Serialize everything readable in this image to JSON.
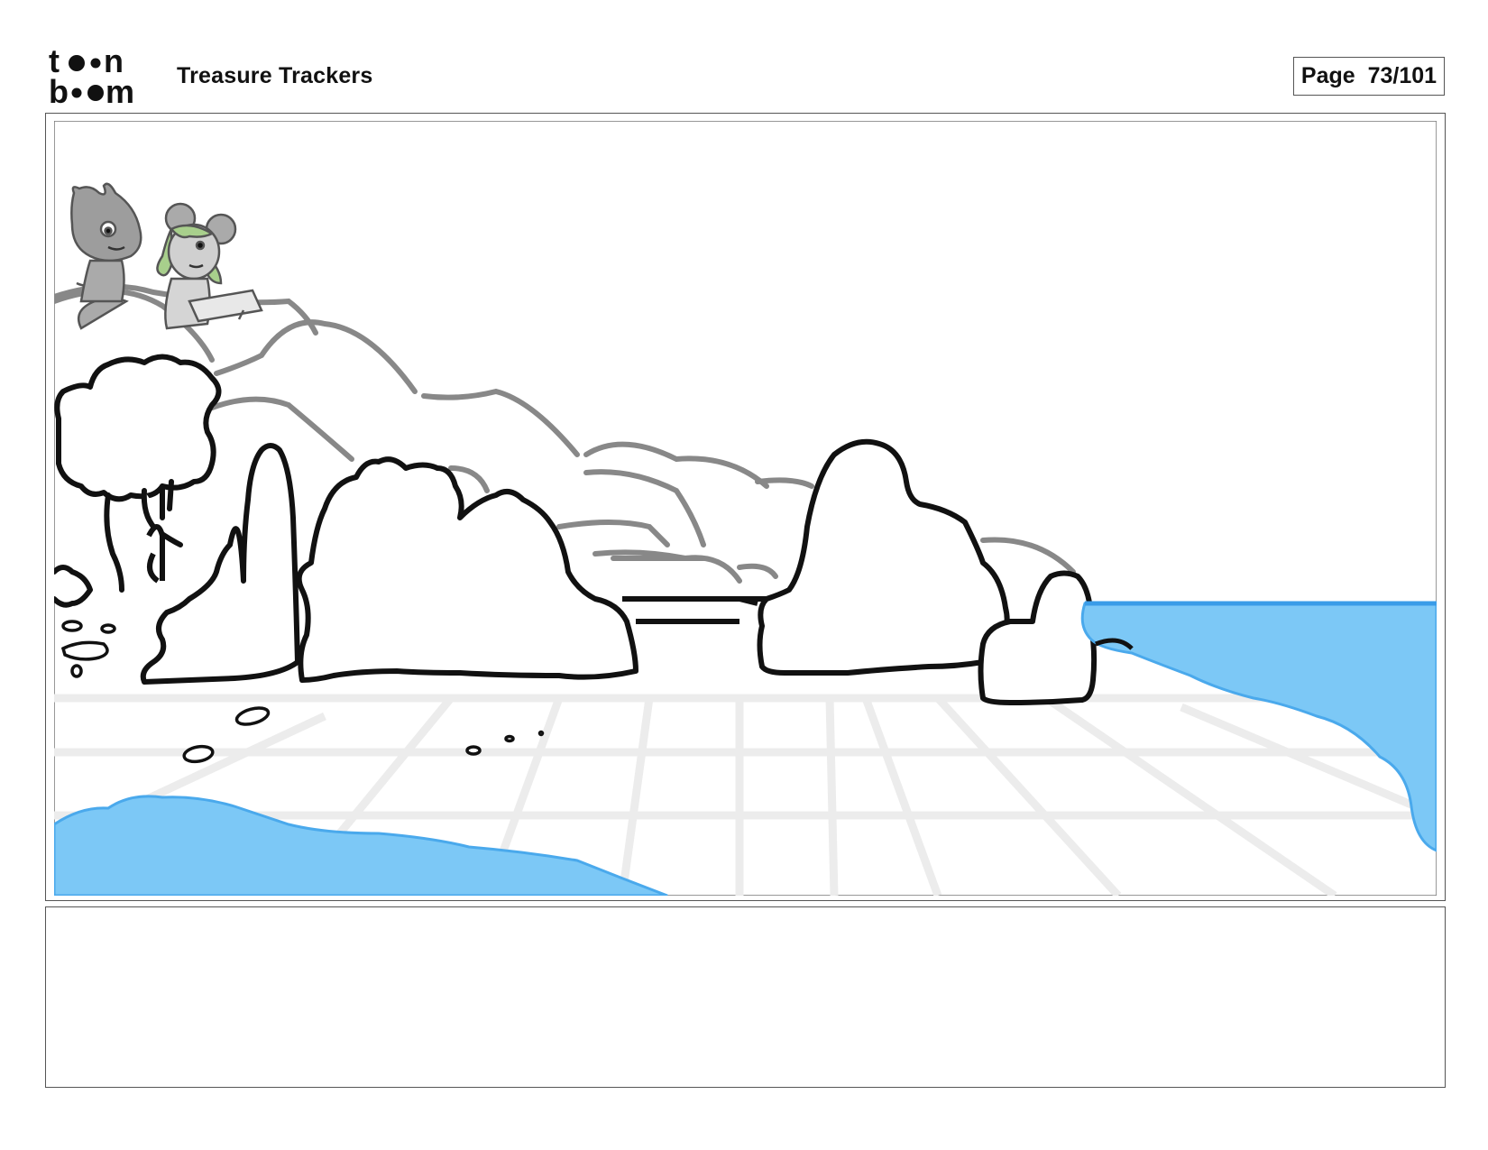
{
  "header": {
    "logo": {
      "line1": "toon",
      "line2": "boom",
      "icon": "toon-boom-logo-icon"
    },
    "title": "Treasure Trackers",
    "page_label": "Page",
    "page_number": "73/101"
  },
  "panel": {
    "icons": [
      "cat-character-icon",
      "mouse-character-icon",
      "rock-formation-icon",
      "water-icon"
    ],
    "colors": {
      "water": "#7cc8f6",
      "water_edge": "#4aa9ec",
      "hair": "#a8cf8c",
      "character": "#9d9d9d",
      "ink": "#111111",
      "hills": "#888888",
      "grid": "#efefef"
    }
  },
  "notes": {
    "text": ""
  }
}
